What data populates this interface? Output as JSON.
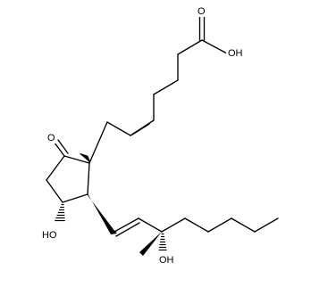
{
  "labels": {
    "carbonyl_oxygen": "O",
    "acid_group": "OH",
    "ketone_oxygen": "O",
    "ring_hydroxyl": "HO",
    "chain_hydroxyl": "OH"
  }
}
